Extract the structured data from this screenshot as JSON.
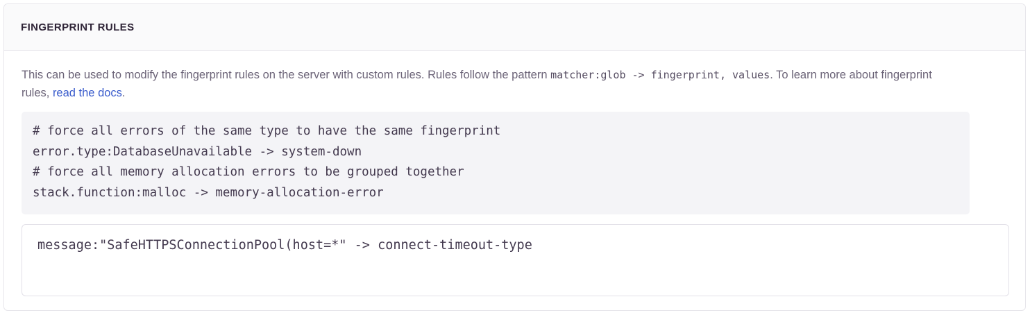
{
  "panel": {
    "title": "FINGERPRINT RULES"
  },
  "description": {
    "part1": "This can be used to modify the fingerprint rules on the server with custom rules. Rules follow the pattern ",
    "inline_code": "matcher:glob -> fingerprint, values",
    "part2": ". To learn more about fingerprint rules, ",
    "link_label": "read the docs",
    "part3": "."
  },
  "example_code": {
    "lines": [
      "# force all errors of the same type to have the same fingerprint",
      "error.type:DatabaseUnavailable -> system-down",
      "# force all memory allocation errors to be grouped together",
      "stack.function:malloc -> memory-allocation-error"
    ],
    "text": "# force all errors of the same type to have the same fingerprint\nerror.type:DatabaseUnavailable -> system-down\n# force all memory allocation errors to be grouped together\nstack.function:malloc -> memory-allocation-error"
  },
  "rules_input": {
    "value": "message:\"SafeHTTPSConnectionPool(host=*\" -> connect-timeout-type",
    "placeholder": ""
  },
  "colors": {
    "panel_border": "#e7e6eb",
    "header_bg": "#fafafb",
    "title_text": "#2f2437",
    "body_text": "#6c6478",
    "link": "#3a5ccc",
    "code_bg": "#f4f4f7",
    "code_text": "#443a4f",
    "input_border": "#e2e0e8"
  }
}
